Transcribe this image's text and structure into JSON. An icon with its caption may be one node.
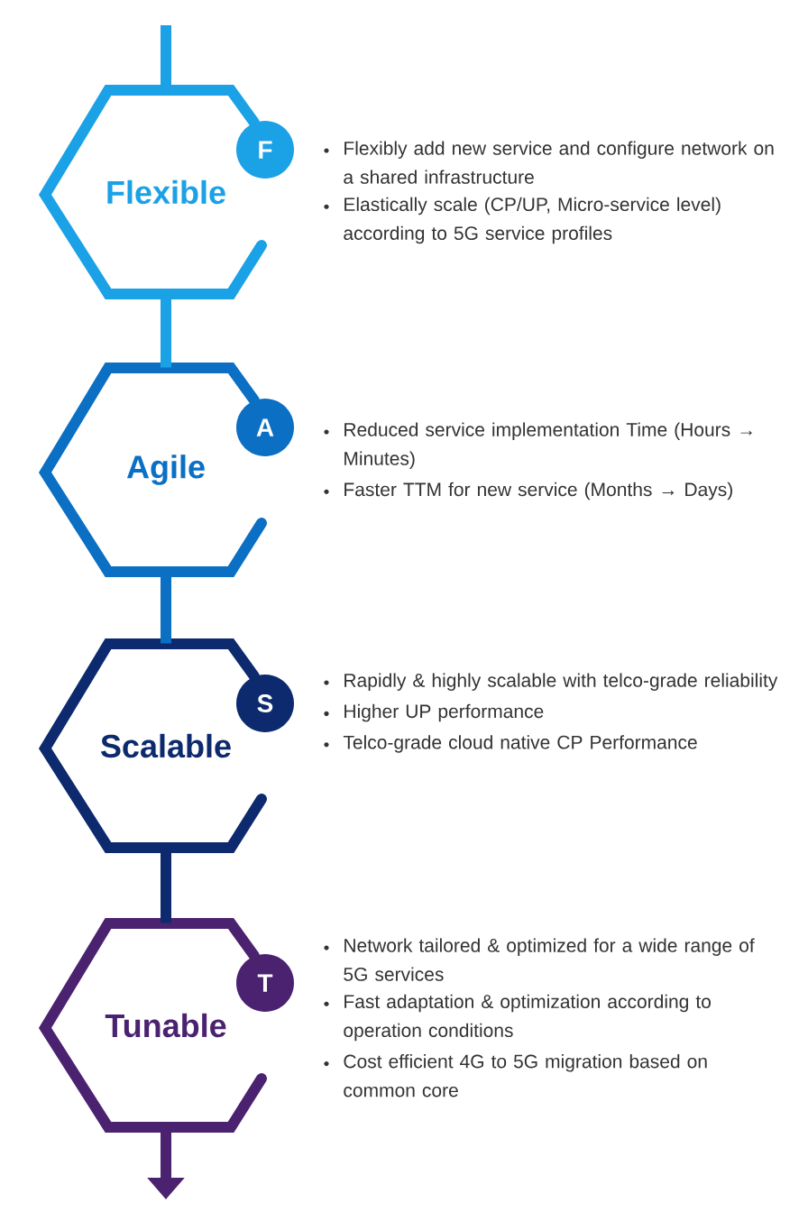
{
  "diagram": {
    "nodes": [
      {
        "text": [
          "Flexible"
        ],
        "beside": [
          "Flexibly add new service and configure network on a shared infrastructure",
          "Elastically scale (CP/UP, Micro-service level) according to 5G service profiles"
        ]
      },
      {
        "text": [
          "F"
        ]
      },
      {
        "text": [
          "Agile"
        ],
        "beside": [
          "Reduced service implementation Time (Hours → Minutes)",
          "Faster TTM for new service (Months → Days)"
        ]
      },
      {
        "text": [
          "A"
        ]
      },
      {
        "text": [
          "Scalable"
        ],
        "beside": [
          "Rapidly & highly scalable with telco-grade reliability",
          "Higher UP performance",
          "Telco-grade cloud native CP Performance"
        ]
      },
      {
        "text": [
          "S"
        ]
      },
      {
        "text": [
          "Tunable"
        ],
        "beside": [
          "Network tailored & optimized for a wide range of 5G services",
          "Fast adaptation & optimization according to operation conditions",
          "Cost efficient  4G to 5G migration based on common core"
        ]
      },
      {
        "text": [
          "T"
        ]
      }
    ],
    "edges": [
      {
        "from": null,
        "to": 0,
        "arrow": "none",
        "color": "#1ba1e6"
      },
      {
        "from": 0,
        "to": 2,
        "arrow": "none",
        "color": "#1ba1e6"
      },
      {
        "from": 2,
        "to": 4,
        "arrow": "none",
        "color": "#0b6fc4"
      },
      {
        "from": 4,
        "to": 6,
        "arrow": "none",
        "color": "#0d2a6e"
      },
      {
        "from": 6,
        "to": null,
        "arrow": "to",
        "color": "#4b2270"
      }
    ]
  }
}
